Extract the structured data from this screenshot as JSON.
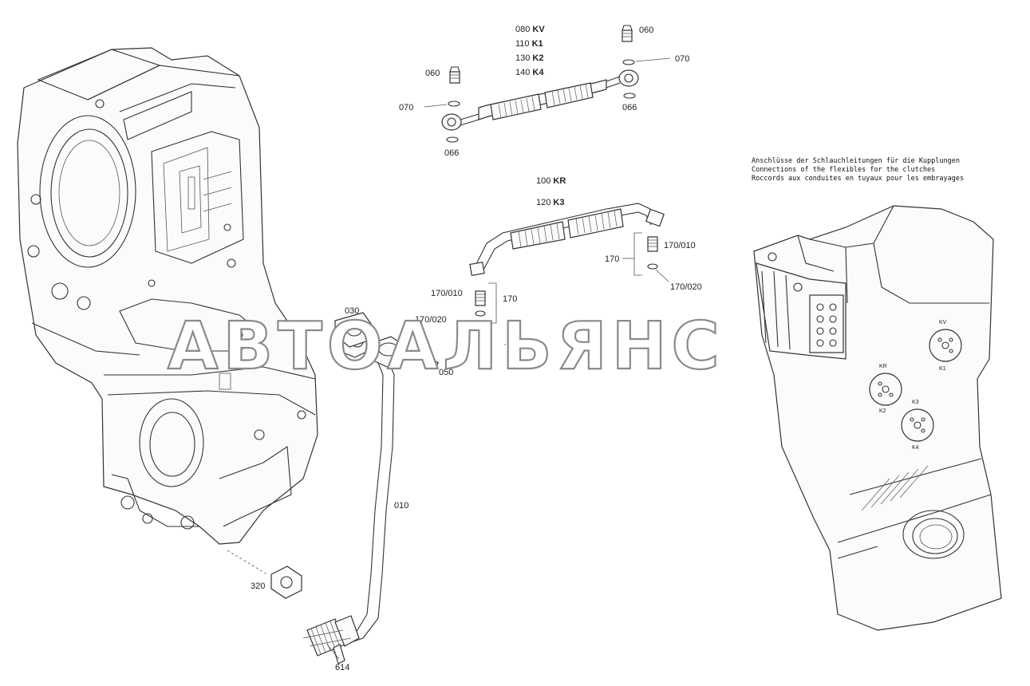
{
  "watermark": "АВТОАЛЬЯНС",
  "note": {
    "de": "Anschlüsse der Schlauchleitungen für die Kupplungen",
    "en": "Connections of the flexibles for the clutches",
    "fr": "Roccords aux conduites en tuyaux pour les embrayages"
  },
  "hose_top": {
    "rows": [
      {
        "num": "080",
        "code": "KV"
      },
      {
        "num": "110",
        "code": "K1"
      },
      {
        "num": "130",
        "code": "K2"
      },
      {
        "num": "140",
        "code": "K4"
      }
    ]
  },
  "hose_mid": {
    "rows": [
      {
        "num": "100",
        "code": "KR"
      },
      {
        "num": "120",
        "code": "K3"
      }
    ]
  },
  "parts": {
    "p060_left": "060",
    "p060_right": "060",
    "p070_left": "070",
    "p070_right": "070",
    "p066_left": "066",
    "p066_right": "066",
    "p170_right": "170",
    "p170_010_right": "170/010",
    "p170_020_right": "170/020",
    "p170_010_mid": "170/010",
    "p170_020_mid": "170/020",
    "p170_mid": "170",
    "p030": "030",
    "p050": "050",
    "p010": "010",
    "p320": "320",
    "p614": "614"
  },
  "ports": {
    "kv": "KV",
    "k1": "K1",
    "kr": "KR",
    "k2": "K2",
    "k3": "K3",
    "k4": "K4"
  },
  "colors": {
    "line": "#333333",
    "watermark_stroke": "#8a8a8a",
    "background": "#ffffff"
  }
}
